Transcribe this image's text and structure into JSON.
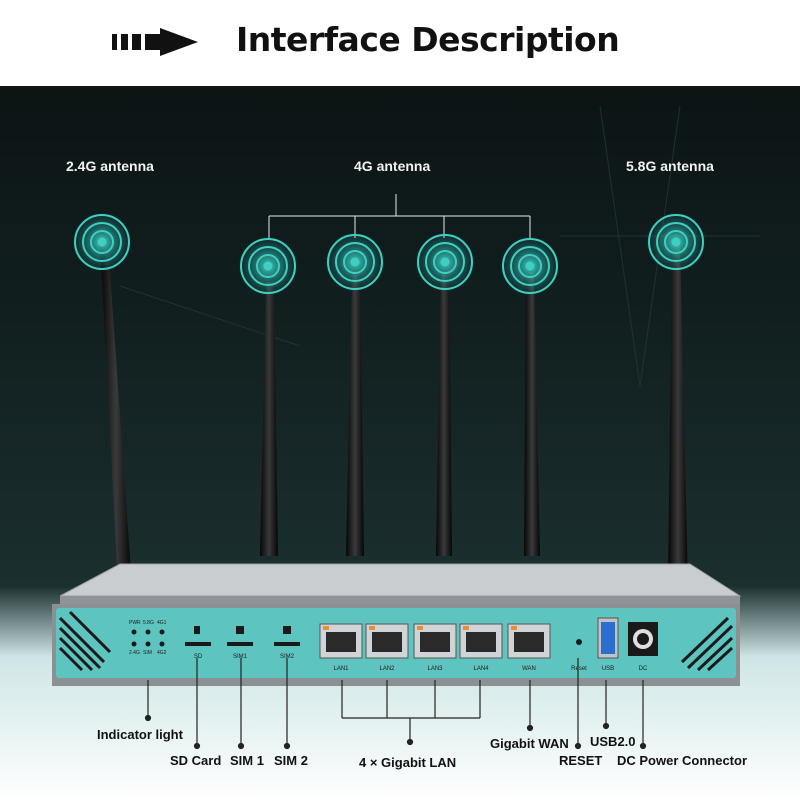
{
  "header": {
    "title": "Interface Description"
  },
  "antenna_labels": {
    "a24": "2.4G antenna",
    "g4": "4G antenna",
    "a58": "5.8G antenna"
  },
  "panel": {
    "led_top": [
      "PWR",
      "5.8G",
      "4G1"
    ],
    "led_bottom": [
      "2.4G",
      "SIM",
      "4G2"
    ],
    "sd": "SD",
    "sim1": "SIM1",
    "sim2": "SIM2",
    "lan1": "LAN1",
    "lan2": "LAN2",
    "lan3": "LAN3",
    "lan4": "LAN4",
    "wan": "WAN",
    "reset": "Reset",
    "usb": "USB",
    "dc": "DC"
  },
  "callouts": {
    "indicator": "Indicator light",
    "sd_card": "SD Card",
    "sim1": "SIM 1",
    "sim2": "SIM 2",
    "lan": "4 × Gigabit LAN",
    "wan": "Gigabit WAN",
    "reset": "RESET",
    "usb": "USB2.0",
    "dc": "DC Power Connector"
  },
  "colors": {
    "panel": "#5ec4c0",
    "chassis": "#c9cdd0",
    "accent": "#3fd0c4"
  }
}
